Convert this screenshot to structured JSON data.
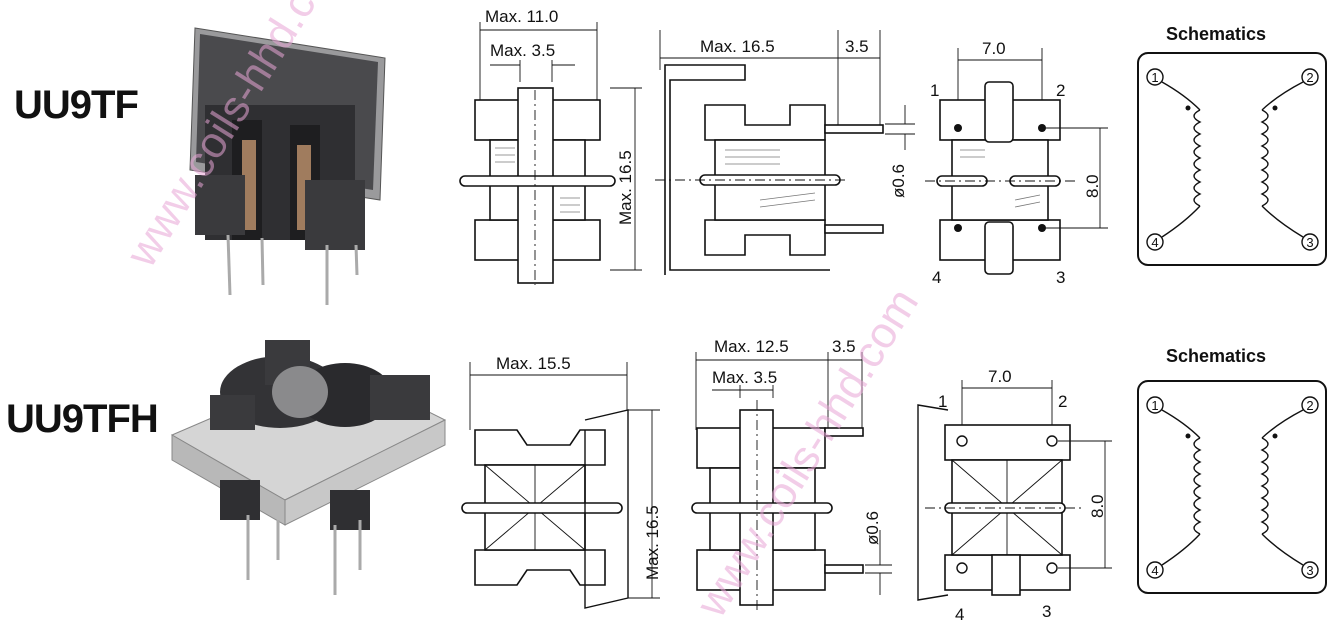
{
  "colors": {
    "line": "#111111",
    "watermark": "#e8a6d6",
    "photo_dark": "#3a3a3c",
    "photo_light": "#c9c9c9"
  },
  "models": [
    {
      "label": "UU9TF",
      "schematic_title": "Schematics",
      "pins": [
        "1",
        "2",
        "3",
        "4"
      ],
      "dims": {
        "top_width": "Max. 11.0",
        "top_core": "Max. 3.5",
        "height": "Max. 16.5",
        "side_width": "Max. 16.5",
        "side_lead": "3.5",
        "lead_dia": "ø0.6",
        "pin_pitch_x": "7.0",
        "pin_pitch_y": "8.0"
      }
    },
    {
      "label": "UU9TFH",
      "schematic_title": "Schematics",
      "pins": [
        "1",
        "2",
        "3",
        "4"
      ],
      "dims": {
        "front_width": "Max. 15.5",
        "height": "Max. 16.5",
        "side_width": "Max. 12.5",
        "side_lead": "3.5",
        "side_core": "Max. 3.5",
        "lead_dia": "ø0.6",
        "pin_pitch_x": "7.0",
        "pin_pitch_y": "8.0"
      }
    }
  ],
  "watermark": [
    "www.coils-hhd.com",
    "www.coils-hhd.com"
  ]
}
